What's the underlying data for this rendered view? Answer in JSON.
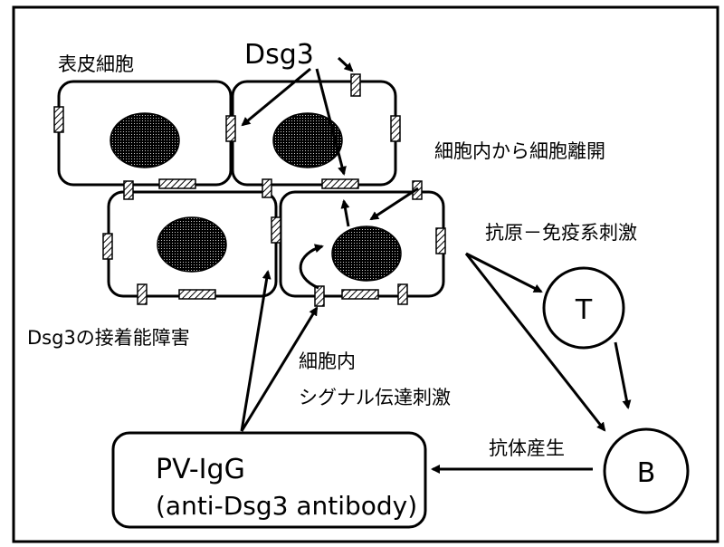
{
  "labels": {
    "epidermal_cell": "表皮細胞",
    "dsg3": "Dsg3",
    "detach_from_inside": "細胞内から細胞離開",
    "antigen_immune": "抗原－免疫系刺激",
    "t_cell": "T",
    "b_cell": "B",
    "dsg3_adhesion_impairment": "Dsg3の接着能障害",
    "intracellular_line1": "細胞内",
    "intracellular_line2": "シグナル伝達刺激",
    "antibody_production": "抗体産生",
    "pvigg_line1": "PV-IgG",
    "pvigg_line2": "(anti-Dsg3 antibody)"
  }
}
